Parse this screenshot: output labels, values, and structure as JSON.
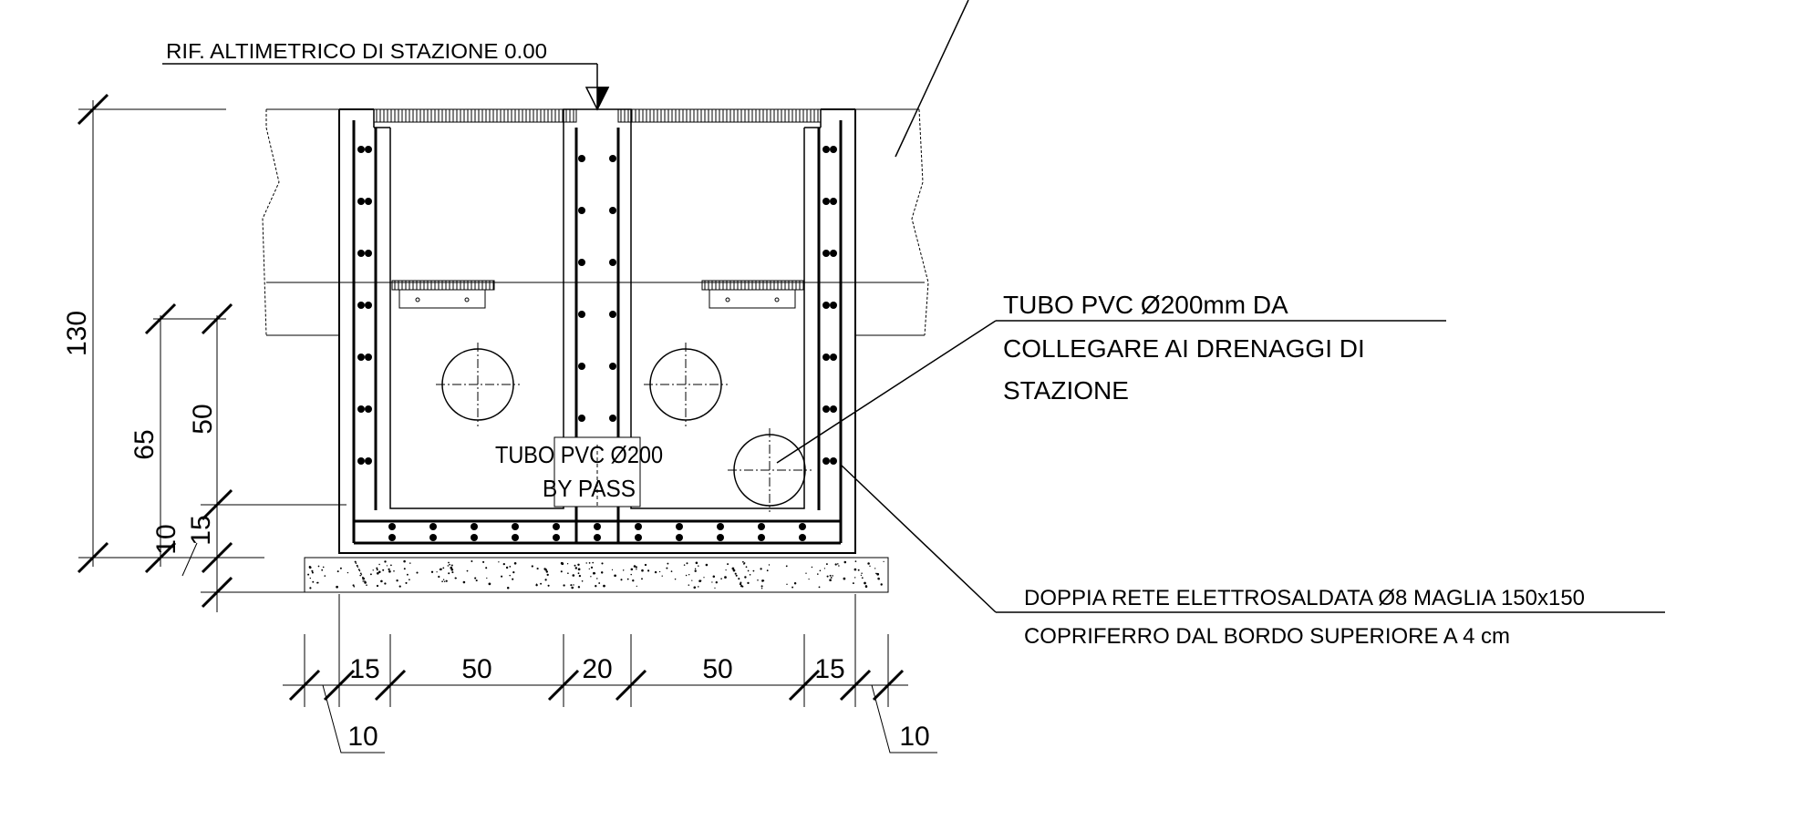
{
  "reference_label": "RIF. ALTIMETRICO DI STAZIONE 0.00",
  "callouts": {
    "drain_pipe": {
      "line1": "TUBO PVC Ø200mm DA",
      "line2": "COLLEGARE AI DRENAGGI DI",
      "line3": "STAZIONE"
    },
    "bypass_pipe": {
      "line1": "TUBO PVC Ø200",
      "line2": "BY PASS"
    },
    "rebar": {
      "line1": "DOPPIA RETE ELETTROSALDATA Ø8 MAGLIA 150x150",
      "line2": "COPRIFERRO DAL BORDO SUPERIORE A 4 cm"
    }
  },
  "dimensions": {
    "vertical": {
      "total_height": "130",
      "inner_height": "65",
      "pipe_height": "50",
      "base_slab": "15",
      "lean_concrete": "10"
    },
    "horizontal": {
      "left_wall": "15",
      "left_chamber": "50",
      "center_wall": "20",
      "right_chamber": "50",
      "right_wall": "15",
      "left_lean": "10",
      "right_lean": "10"
    }
  }
}
